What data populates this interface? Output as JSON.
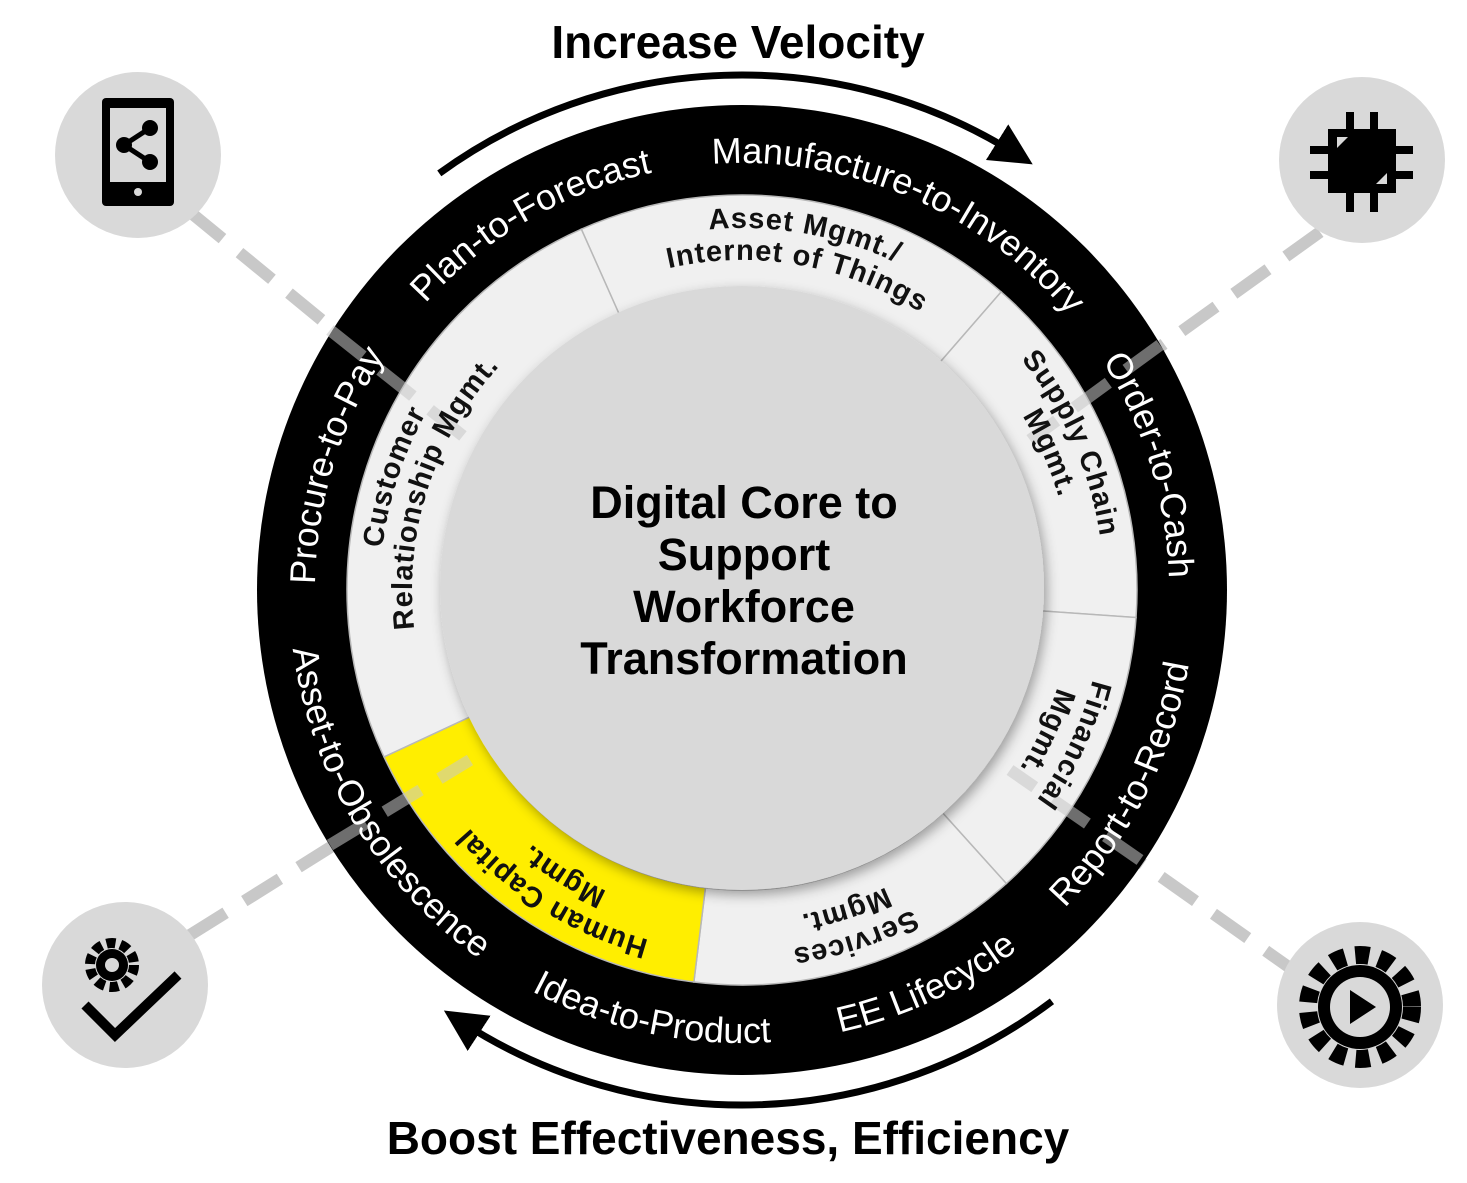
{
  "titles": {
    "top": "Increase Velocity",
    "bottom": "Boost Effectiveness, Efficiency"
  },
  "core": {
    "lines": [
      "Digital Core to",
      "Support",
      "Workforce",
      "Transformation"
    ]
  },
  "processes": [
    {
      "label": "Procure-to-Pay"
    },
    {
      "label": "Plan-to-Forecast"
    },
    {
      "label": "Manufacture-to-Inventory"
    },
    {
      "label": "Order-to-Cash"
    },
    {
      "label": "Report-to-Record"
    },
    {
      "label": "EE Lifecycle"
    },
    {
      "label": "Idea-to-Product"
    },
    {
      "label": "Asset-to-Obsolescence"
    }
  ],
  "segments": [
    {
      "line1": "Asset Mgmt./",
      "line2": "Internet of Things",
      "highlight": false
    },
    {
      "line1": "Supply Chain",
      "line2": "Mgmt.",
      "highlight": false
    },
    {
      "line1": "Financial",
      "line2": "Mgmt.",
      "highlight": false
    },
    {
      "line1": "Services",
      "line2": "Mgmt.",
      "highlight": false
    },
    {
      "line1": "Human Capital",
      "line2": "Mgmt.",
      "highlight": true
    },
    {
      "line1": "Customer",
      "line2": "Relationship Mgmt.",
      "highlight": false
    }
  ],
  "icons": [
    "mobile-share-icon",
    "chip-icon",
    "gear-check-icon",
    "gear-play-icon"
  ],
  "colors": {
    "ring": "#000000",
    "segment": "#f0f0f0",
    "highlight": "#ffee00",
    "core": "#d9d9d9",
    "icon_bg": "#d9d9d9",
    "dash": "#cccccc"
  }
}
